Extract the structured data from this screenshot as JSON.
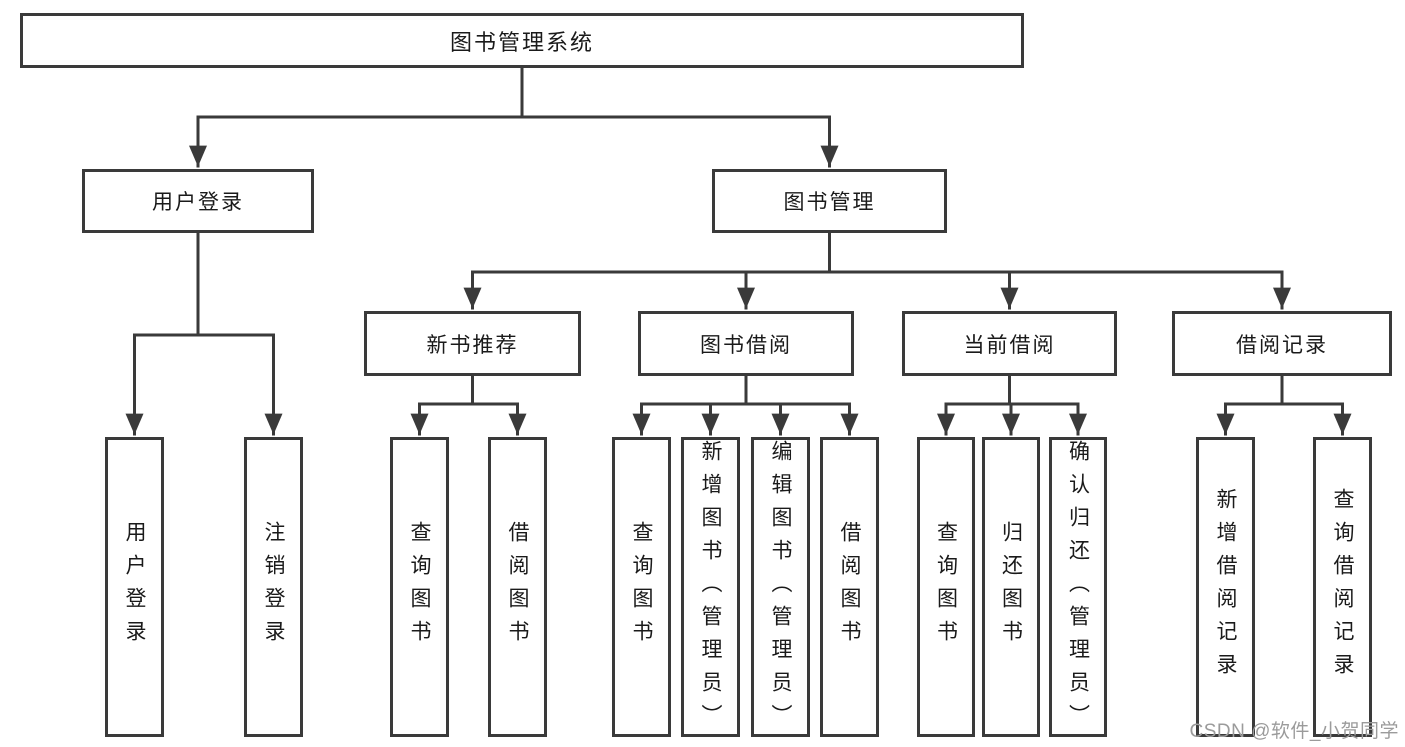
{
  "colors": {
    "background": "#ffffff",
    "line": "#3a3a3a",
    "box_border": "#3a3a3a",
    "box_fill": "#ffffff",
    "text": "#1a1a1a",
    "watermark": "#9b9b9b"
  },
  "nodes": {
    "root": "图书管理系统",
    "level2": [
      "用户登录",
      "图书管理"
    ],
    "level3": [
      "新书推荐",
      "图书借阅",
      "当前借阅",
      "借阅记录"
    ],
    "leaves_user": [
      "用户登录",
      "注销登录"
    ],
    "leaves_recommend": [
      "查询图书",
      "借阅图书"
    ],
    "leaves_borrow": [
      "查询图书",
      "新增图书（管理员）",
      "编辑图书（管理员）",
      "借阅图书"
    ],
    "leaves_current": [
      "查询图书",
      "归还图书",
      "确认归还（管理员）"
    ],
    "leaves_records": [
      "新增借阅记录",
      "查询借阅记录"
    ]
  },
  "hierarchy": {
    "图书管理系统": {
      "用户登录": [
        "用户登录",
        "注销登录"
      ],
      "图书管理": {
        "新书推荐": [
          "查询图书",
          "借阅图书"
        ],
        "图书借阅": [
          "查询图书",
          "新增图书（管理员）",
          "编辑图书（管理员）",
          "借阅图书"
        ],
        "当前借阅": [
          "查询图书",
          "归还图书",
          "确认归还（管理员）"
        ],
        "借阅记录": [
          "新增借阅记录",
          "查询借阅记录"
        ]
      }
    }
  },
  "watermark": "CSDN @软件_小贺同学"
}
